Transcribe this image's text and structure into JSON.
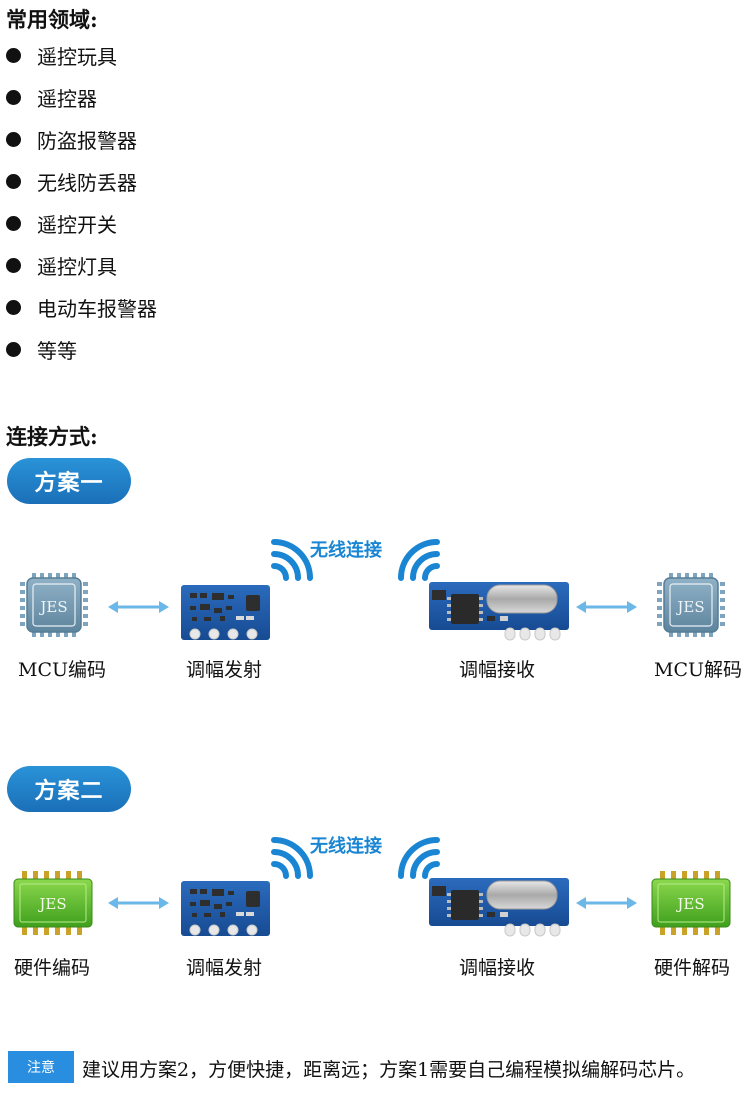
{
  "applications": {
    "heading": "常用领域:",
    "items": [
      "遥控玩具",
      "遥控器",
      "防盗报警器",
      "无线防丢器",
      "遥控开关",
      "遥控灯具",
      "电动车报警器",
      "等等"
    ]
  },
  "connection": {
    "heading": "连接方式:"
  },
  "plan1": {
    "badge": "方案一",
    "wireless_label": "无线连接",
    "chip_text_left": "JES",
    "chip_text_right": "JES",
    "captions": [
      "MCU编码",
      "调幅发射",
      "调幅接收",
      "MCU解码"
    ]
  },
  "plan2": {
    "badge": "方案二",
    "wireless_label": "无线连接",
    "chip_text_left": "JES",
    "chip_text_right": "JES",
    "captions": [
      "硬件编码",
      "调幅发射",
      "调幅接收",
      "硬件解码"
    ]
  },
  "note": {
    "tag": "注意",
    "text": "建议用方案2，方便快捷，距离远；方案1需要自己编程模拟编解码芯片。"
  },
  "colors": {
    "badge_blue": "#1a7fcb",
    "wireless_blue": "#1a86d3",
    "mcu_chip": "#6f95ad",
    "hw_chip_green": "#5dbf2b",
    "pcb_blue": "#1f5aa8",
    "arrow_blue": "#6bb7e8"
  },
  "icons": [
    "chip-icon",
    "transmitter-module-icon",
    "receiver-module-icon",
    "wifi-signal-icon",
    "double-arrow-icon"
  ]
}
